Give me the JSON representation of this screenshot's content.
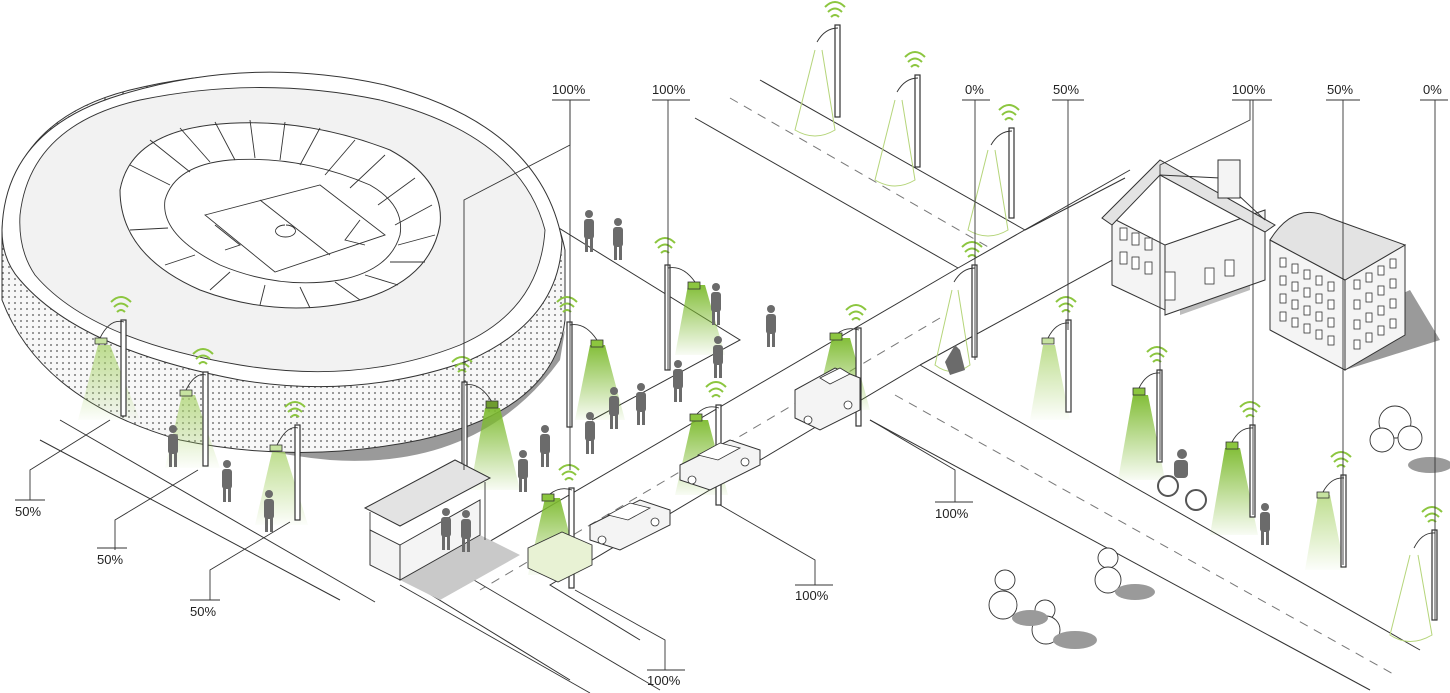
{
  "labels": {
    "stadium_lamp_1": "50%",
    "stadium_lamp_2": "50%",
    "stadium_lamp_3": "50%",
    "sidewalk_lamp_1": "100%",
    "sidewalk_lamp_2": "100%",
    "intersection_lamp": "100%",
    "street_lamp_1": "100%",
    "street_lamp_2": "100%",
    "upper_road_lamp": "0%",
    "right_street_lamp_1": "50%",
    "right_street_lamp_2": "100%",
    "right_street_lamp_3": "50%",
    "right_street_lamp_4": "0%"
  },
  "colors": {
    "light_full": "#8cc63f",
    "light_half": "#c6e2a0",
    "light_off": "#c8dca0",
    "shadow": "#9a9a9a",
    "figure": "#6b6b6b",
    "wifi": "#8cc63f"
  }
}
